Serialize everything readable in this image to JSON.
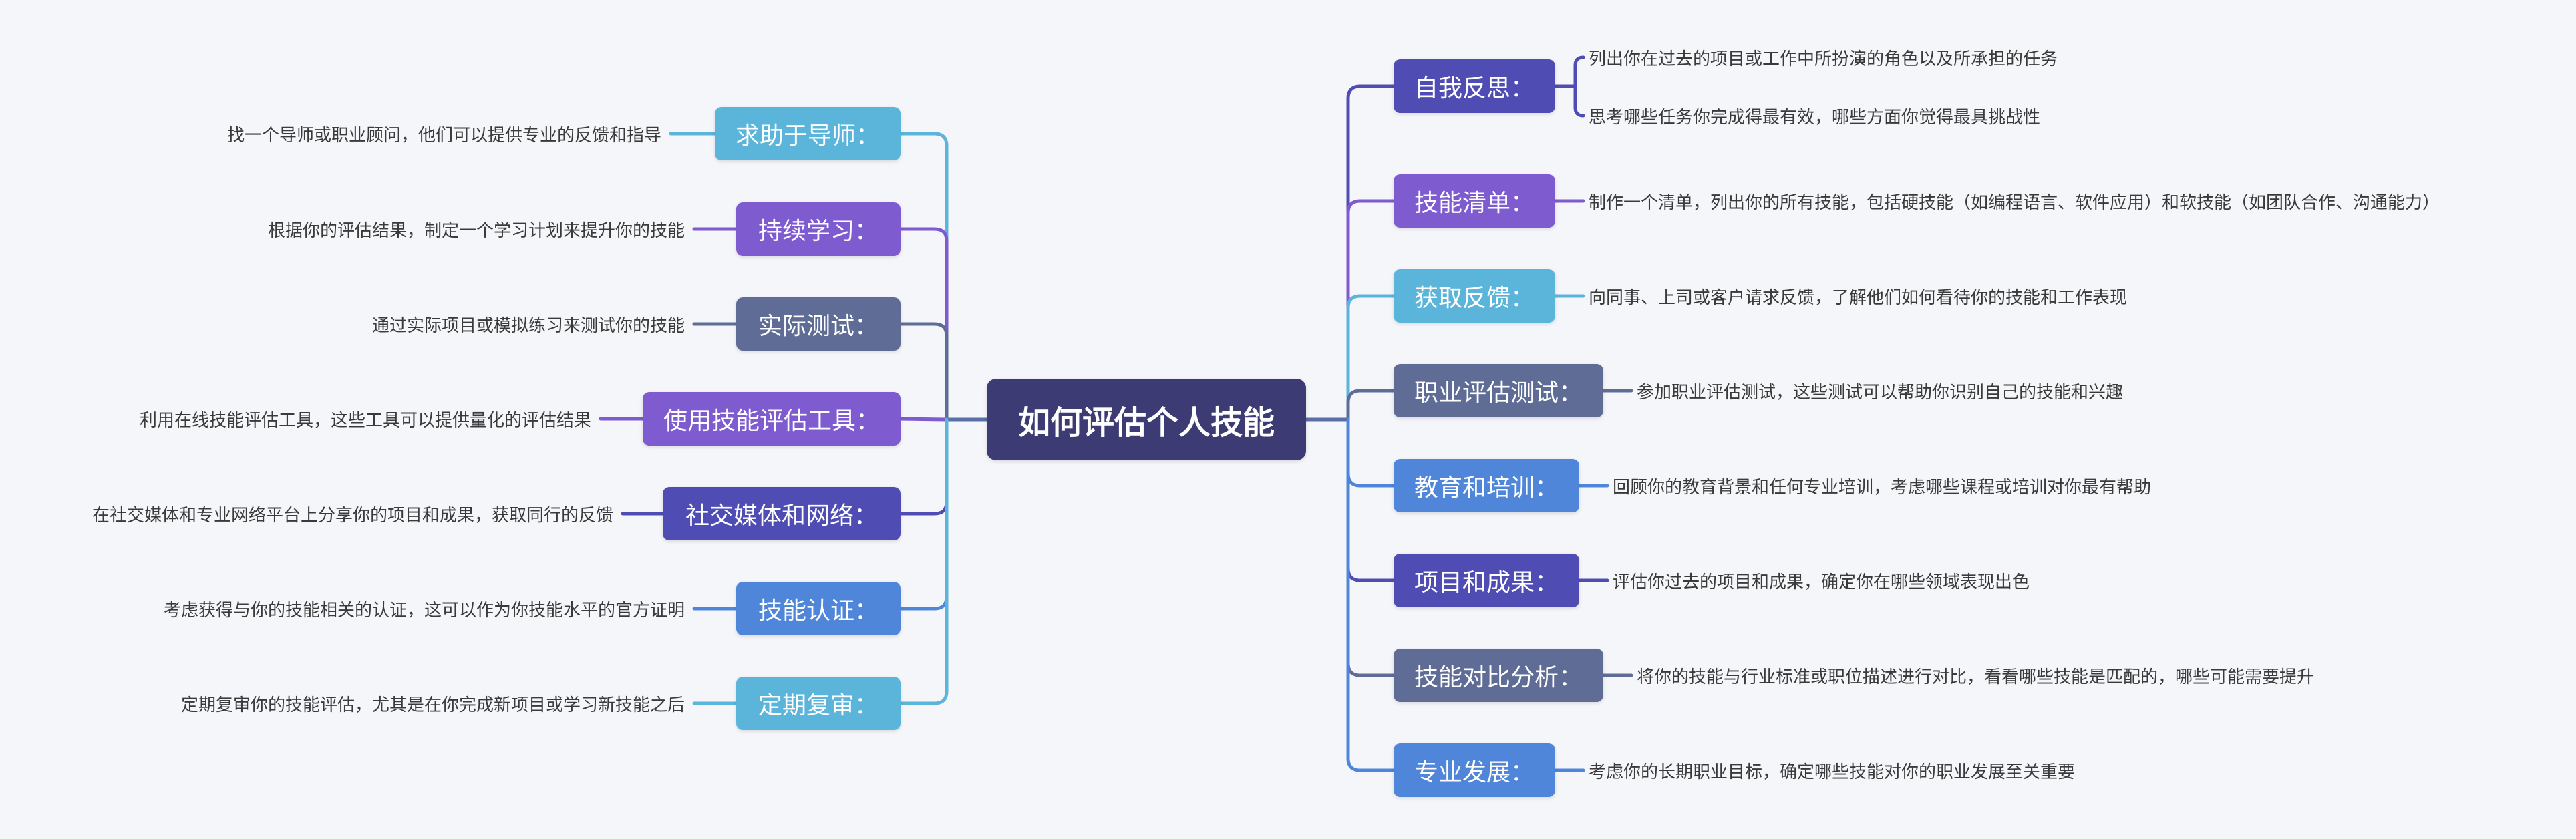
{
  "root": {
    "label": "如何评估个人技能",
    "color": "#3d3b73"
  },
  "right_branches": [
    {
      "label": "自我反思：",
      "color": "#4f4db4",
      "details": [
        "列出你在过去的项目或工作中所扮演的角色以及所承担的任务",
        "思考哪些任务你完成得最有效，哪些方面你觉得最具挑战性"
      ]
    },
    {
      "label": "技能清单：",
      "color": "#7e5bcf",
      "details": [
        "制作一个清单，列出你的所有技能，包括硬技能（如编程语言、软件应用）和软技能（如团队合作、沟通能力）"
      ]
    },
    {
      "label": "获取反馈：",
      "color": "#5bb4d9",
      "details": [
        "向同事、上司或客户请求反馈，了解他们如何看待你的技能和工作表现"
      ]
    },
    {
      "label": "职业评估测试：",
      "color": "#5f6d96",
      "details": [
        "参加职业评估测试，这些测试可以帮助你识别自己的技能和兴趣"
      ]
    },
    {
      "label": "教育和培训：",
      "color": "#4f86d9",
      "details": [
        "回顾你的教育背景和任何专业培训，考虑哪些课程或培训对你最有帮助"
      ]
    },
    {
      "label": "项目和成果：",
      "color": "#4f4db4",
      "details": [
        "评估你过去的项目和成果，确定你在哪些领域表现出色"
      ]
    },
    {
      "label": "技能对比分析：",
      "color": "#5f6d96",
      "details": [
        "将你的技能与行业标准或职位描述进行对比，看看哪些技能是匹配的，哪些可能需要提升"
      ]
    },
    {
      "label": "专业发展：",
      "color": "#4f86d9",
      "details": [
        "考虑你的长期职业目标，确定哪些技能对你的职业发展至关重要"
      ]
    }
  ],
  "left_branches": [
    {
      "label": "求助于导师：",
      "color": "#5bb4d9",
      "details": [
        "找一个导师或职业顾问，他们可以提供专业的反馈和指导"
      ]
    },
    {
      "label": "持续学习：",
      "color": "#7e5bcf",
      "details": [
        "根据你的评估结果，制定一个学习计划来提升你的技能"
      ]
    },
    {
      "label": "实际测试：",
      "color": "#5f6d96",
      "details": [
        "通过实际项目或模拟练习来测试你的技能"
      ]
    },
    {
      "label": "使用技能评估工具：",
      "color": "#7e5bcf",
      "details": [
        "利用在线技能评估工具，这些工具可以提供量化的评估结果"
      ]
    },
    {
      "label": "社交媒体和网络：",
      "color": "#4f4db4",
      "details": [
        "在社交媒体和专业网络平台上分享你的项目和成果，获取同行的反馈"
      ]
    },
    {
      "label": "技能认证：",
      "color": "#4f86d9",
      "details": [
        "考虑获得与你的技能相关的认证，这可以作为你技能水平的官方证明"
      ]
    },
    {
      "label": "定期复审：",
      "color": "#5bb4d9",
      "details": [
        "定期复审你的技能评估，尤其是在你完成新项目或学习新技能之后"
      ]
    }
  ]
}
